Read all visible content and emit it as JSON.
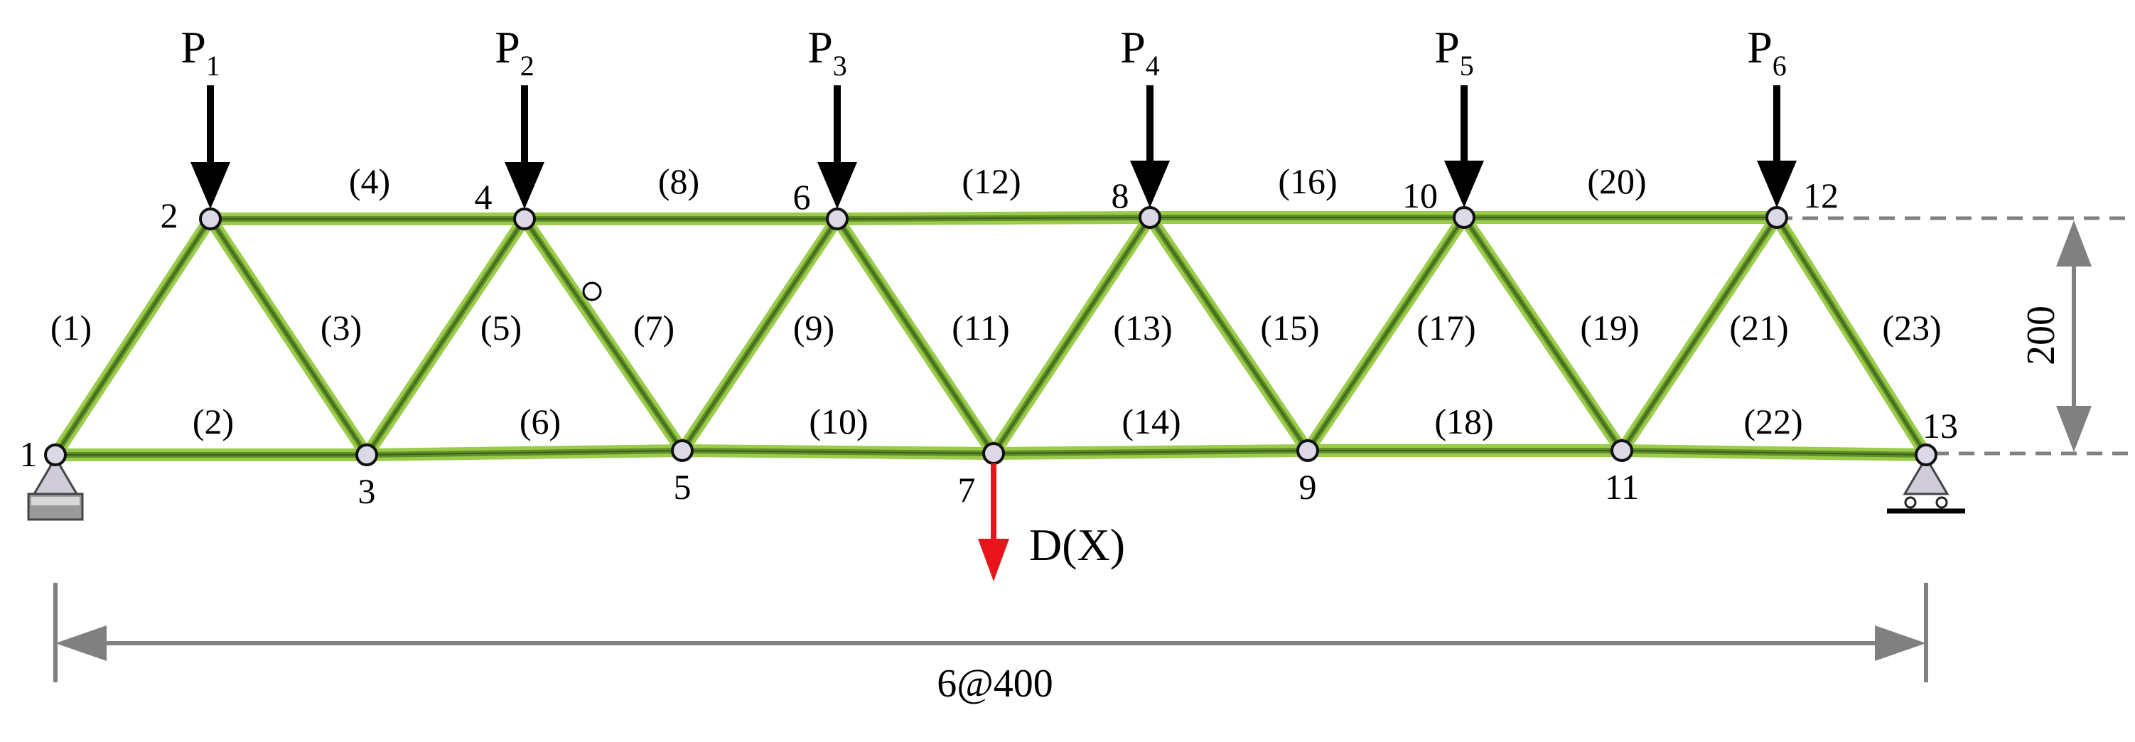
{
  "nodes": [
    {
      "id": "1",
      "label": "1"
    },
    {
      "id": "2",
      "label": "2"
    },
    {
      "id": "3",
      "label": "3"
    },
    {
      "id": "4",
      "label": "4"
    },
    {
      "id": "5",
      "label": "5"
    },
    {
      "id": "6",
      "label": "6"
    },
    {
      "id": "7",
      "label": "7"
    },
    {
      "id": "8",
      "label": "8"
    },
    {
      "id": "9",
      "label": "9"
    },
    {
      "id": "10",
      "label": "10"
    },
    {
      "id": "11",
      "label": "11"
    },
    {
      "id": "12",
      "label": "12"
    },
    {
      "id": "13",
      "label": "13"
    }
  ],
  "members": [
    {
      "label": "(1)",
      "from": "1",
      "to": "2"
    },
    {
      "label": "(2)",
      "from": "1",
      "to": "3"
    },
    {
      "label": "(3)",
      "from": "2",
      "to": "3"
    },
    {
      "label": "(4)",
      "from": "2",
      "to": "4"
    },
    {
      "label": "(5)",
      "from": "3",
      "to": "4"
    },
    {
      "label": "(6)",
      "from": "3",
      "to": "5"
    },
    {
      "label": "(7)",
      "from": "4",
      "to": "5"
    },
    {
      "label": "(8)",
      "from": "4",
      "to": "6"
    },
    {
      "label": "(9)",
      "from": "5",
      "to": "6"
    },
    {
      "label": "(10)",
      "from": "5",
      "to": "7"
    },
    {
      "label": "(11)",
      "from": "6",
      "to": "7"
    },
    {
      "label": "(12)",
      "from": "6",
      "to": "8"
    },
    {
      "label": "(13)",
      "from": "7",
      "to": "8"
    },
    {
      "label": "(14)",
      "from": "7",
      "to": "9"
    },
    {
      "label": "(15)",
      "from": "8",
      "to": "9"
    },
    {
      "label": "(16)",
      "from": "8",
      "to": "10"
    },
    {
      "label": "(17)",
      "from": "9",
      "to": "10"
    },
    {
      "label": "(18)",
      "from": "9",
      "to": "11"
    },
    {
      "label": "(19)",
      "from": "10",
      "to": "11"
    },
    {
      "label": "(20)",
      "from": "10",
      "to": "12"
    },
    {
      "label": "(21)",
      "from": "11",
      "to": "12"
    },
    {
      "label": "(22)",
      "from": "11",
      "to": "13"
    },
    {
      "label": "(23)",
      "from": "12",
      "to": "13"
    }
  ],
  "loads": [
    {
      "base": "P",
      "sub": "1",
      "node": "2"
    },
    {
      "base": "P",
      "sub": "2",
      "node": "4"
    },
    {
      "base": "P",
      "sub": "3",
      "node": "6"
    },
    {
      "base": "P",
      "sub": "4",
      "node": "8"
    },
    {
      "base": "P",
      "sub": "5",
      "node": "10"
    },
    {
      "base": "P",
      "sub": "6",
      "node": "12"
    }
  ],
  "displacement": {
    "label": "D(X)",
    "node": "7",
    "color": "#e8141b"
  },
  "dimensions": {
    "span": "6@400",
    "height": "200"
  },
  "colors": {
    "member": "#5e8f2a",
    "member_light": "#9acc4a",
    "node_fill": "#dcd8e6",
    "dim": "#808080",
    "load": "#000000"
  }
}
